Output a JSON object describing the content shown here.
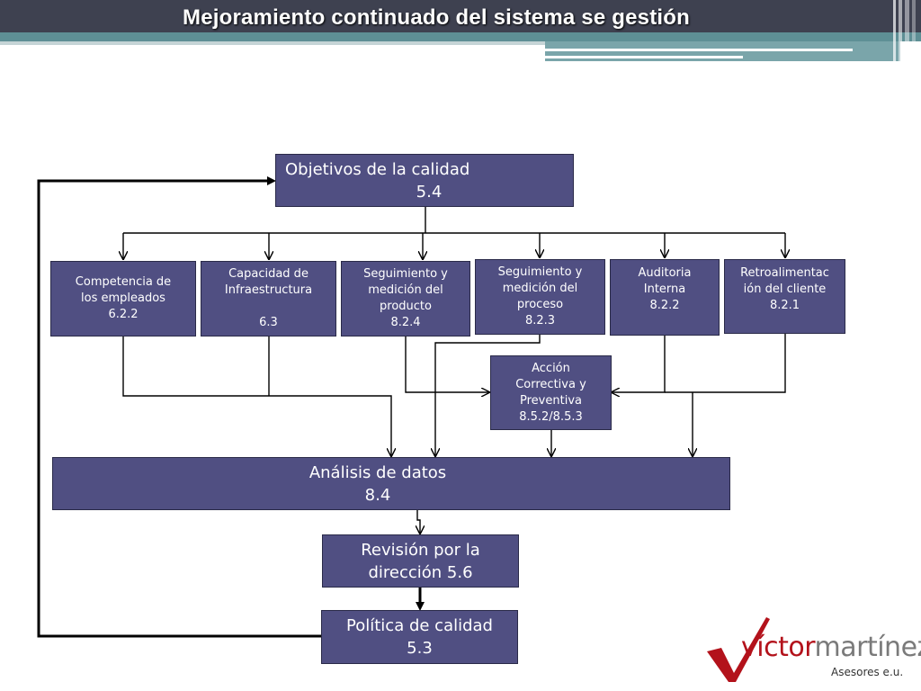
{
  "slide": {
    "title": "Mejoramiento continuado del sistema se gestión"
  },
  "diagram": {
    "objetivos": {
      "line1": "Objetivos de la calidad",
      "line2": "5.4"
    },
    "competencia": {
      "line1": "Competencia de",
      "line2": "los empleados",
      "line3": "6.2.2"
    },
    "capacidad": {
      "line1": "Capacidad de",
      "line2": "Infraestructura",
      "line3": "",
      "line4": "6.3"
    },
    "seg_producto": {
      "line1": "Seguimiento y",
      "line2": "medición del",
      "line3": "producto",
      "line4": "8.2.4"
    },
    "seg_proceso": {
      "line1": "Seguimiento y",
      "line2": "medición del",
      "line3": "proceso",
      "line4": "8.2.3"
    },
    "auditoria": {
      "line1": "Auditoria",
      "line2": "Interna",
      "line3": "8.2.2"
    },
    "retroalimentacion": {
      "line1": "Retroalimentac",
      "line2": "ión del cliente",
      "line3": "8.2.1"
    },
    "accion": {
      "line1": "Acción",
      "line2": "Correctiva y",
      "line3": "Preventiva",
      "line4": "8.5.2/8.5.3"
    },
    "analisis": {
      "line1": "Análisis de datos",
      "line2": "8.4"
    },
    "revision": {
      "line1": "Revisión por la",
      "line2": "dirección 5.6"
    },
    "politica": {
      "line1": "Política de calidad",
      "line2": "5.3"
    }
  },
  "logo": {
    "name_first": "víctor",
    "name_last": "martínez",
    "subtitle": "Asesores e.u."
  },
  "colors": {
    "box_fill": "#504f82",
    "header_dark": "#3e4150",
    "header_teal": "#5e8f95",
    "logo_red": "#b3121b"
  }
}
